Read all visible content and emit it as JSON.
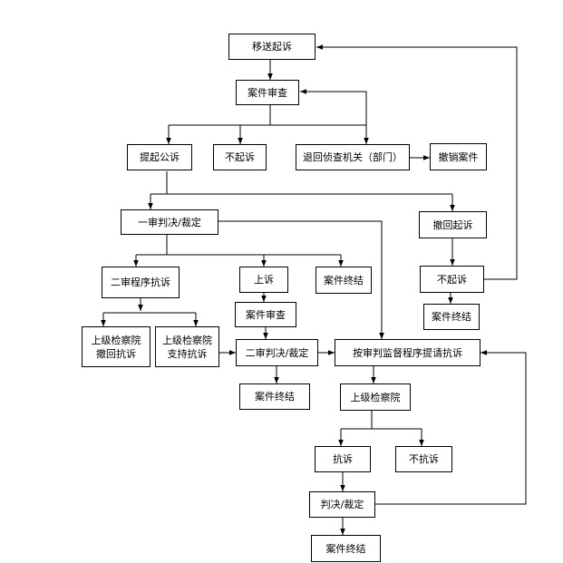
{
  "nodes": {
    "yisong": "移送起诉",
    "shencha": "案件审查",
    "tiqi": "提起公诉",
    "buqisu1": "不起诉",
    "tuihui": "退回侦查机关（部门）",
    "chexiao": "撤销案件",
    "yishen": "一审判决/裁定",
    "chehui": "撤回起诉",
    "ershen_kangsu": "二审程序抗诉",
    "shangsu": "上诉",
    "zhongjie1": "案件终结",
    "buqisu2": "不起诉",
    "zhongjie2": "案件终结",
    "shangji_chehui_1": "上级检察院",
    "shangji_chehui_2": "撤回抗诉",
    "shangji_zhichi_1": "上级检察院",
    "shangji_zhichi_2": "支持抗诉",
    "shencha2": "案件审查",
    "ershen_panjue": "二审判决/裁定",
    "jiandu": "按审判监督程序提请抗诉",
    "zhongjie3": "案件终结",
    "shangji": "上级检察院",
    "kangsu": "抗诉",
    "bukangsu": "不抗诉",
    "panjue": "判决/裁定",
    "zhongjie4": "案件终结"
  }
}
